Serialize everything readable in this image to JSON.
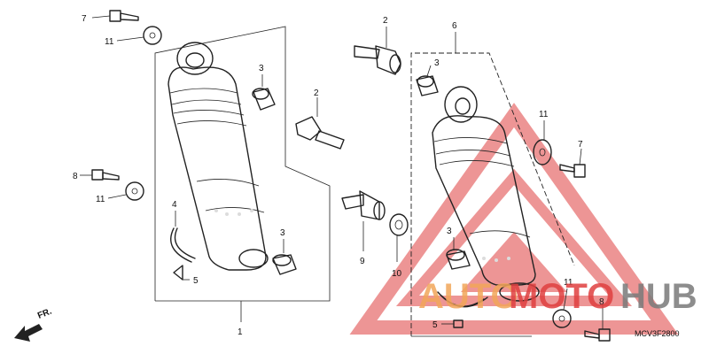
{
  "diagram": {
    "callouts": [
      {
        "id": "c7a",
        "text": "7"
      },
      {
        "id": "c11a",
        "text": "11"
      },
      {
        "id": "c3a",
        "text": "3"
      },
      {
        "id": "c2a",
        "text": "2"
      },
      {
        "id": "c8a",
        "text": "8"
      },
      {
        "id": "c11b",
        "text": "11"
      },
      {
        "id": "c4",
        "text": "4"
      },
      {
        "id": "c5a",
        "text": "5"
      },
      {
        "id": "c3b",
        "text": "3"
      },
      {
        "id": "c1",
        "text": "1"
      },
      {
        "id": "c2b",
        "text": "2"
      },
      {
        "id": "c9",
        "text": "9"
      },
      {
        "id": "c10",
        "text": "10"
      },
      {
        "id": "c6",
        "text": "6"
      },
      {
        "id": "c3c",
        "text": "3"
      },
      {
        "id": "c3d",
        "text": "3"
      },
      {
        "id": "c11c",
        "text": "11"
      },
      {
        "id": "c7b",
        "text": "7"
      },
      {
        "id": "c5b",
        "text": "5"
      },
      {
        "id": "c11d",
        "text": "11"
      },
      {
        "id": "c8b",
        "text": "8"
      }
    ],
    "front_marker": "FR.",
    "diagram_code": "MCV3F2800"
  },
  "watermark": {
    "part1": "AUTO",
    "part2": "MOTO",
    "part3": "HUB",
    "color_orange": "#f2a65a",
    "color_red": "#e04040",
    "color_gray": "#7a7a7a"
  }
}
